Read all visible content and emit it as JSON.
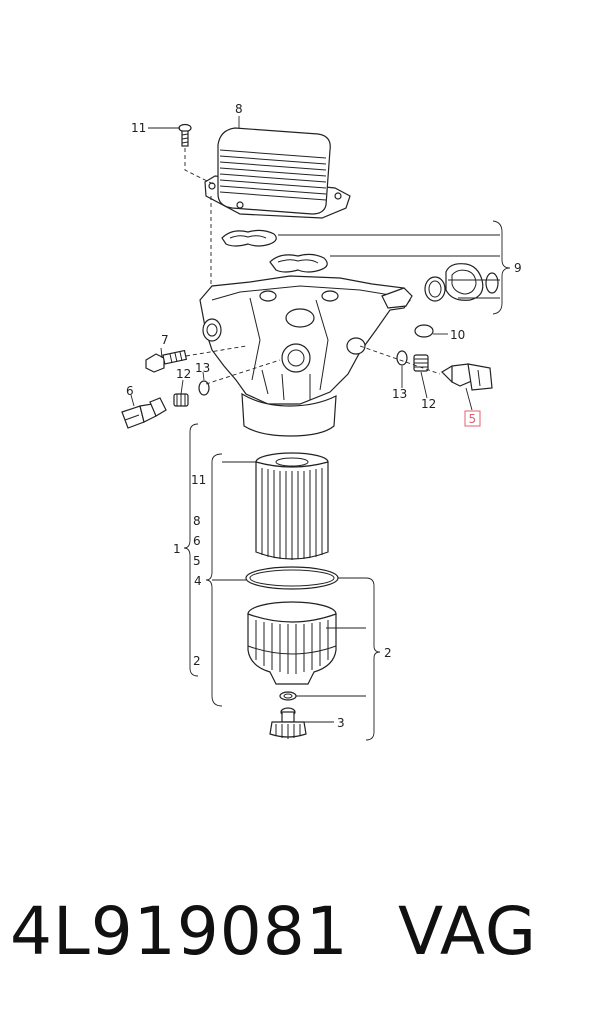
{
  "callouts": {
    "n8_top": "8",
    "n11_bolt": "11",
    "n9": "9",
    "n10": "10",
    "n7": "7",
    "n13_left": "13",
    "n12_left": "12",
    "n6": "6",
    "n13_right": "13",
    "n12_right": "12",
    "n5_highlight": "5",
    "n1": "1",
    "n11_group": "11",
    "n8_group": "8",
    "n6_group": "6",
    "n5_group": "5",
    "n4": "4",
    "n2_group": "2",
    "n2": "2",
    "n3": "3"
  },
  "caption": {
    "part_number": "4L919081",
    "brand": "VAG"
  },
  "colors": {
    "highlight": "#e06070",
    "line": "#222222"
  }
}
